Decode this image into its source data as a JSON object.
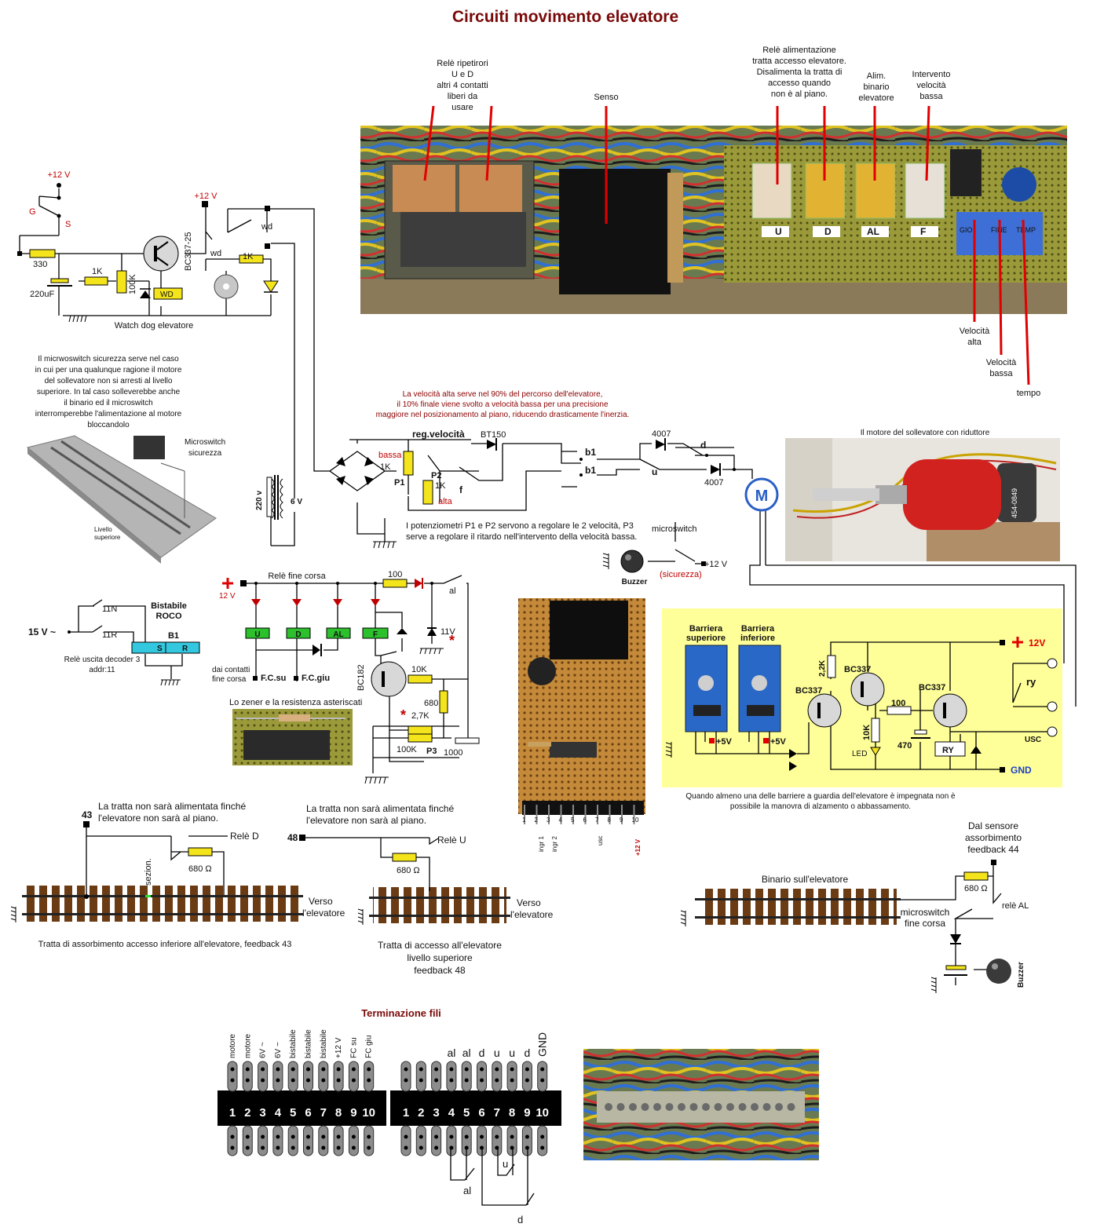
{
  "title": "Circuiti movimento elevatore",
  "colors": {
    "title": "#7a0a0a",
    "accent_red": "#e00000",
    "resistor": "#f4e41c",
    "relay_green": "#2cc12c",
    "relay_cyan": "#33c8e0",
    "panel_yellow": "#ffff99"
  },
  "photo_labels": {
    "rele_ud": [
      "Relè ripetirori",
      "U e D",
      "altri 4 contatti",
      "liberi da",
      "usare"
    ],
    "senso": "Senso",
    "rele_alim": [
      "Relè alimentazione",
      "tratta accesso elevatore.",
      "Disalimenta la tratta di",
      "accesso quando",
      "non è al piano."
    ],
    "alim_binario": [
      "Alim.",
      "binario",
      "elevatore"
    ],
    "intervento": [
      "Intervento",
      "velocità",
      "bassa"
    ],
    "vel_alta": [
      "Velocità",
      "alta"
    ],
    "vel_bassa": [
      "Velocità",
      "bassa"
    ],
    "tempo": "tempo",
    "relay_letters": [
      "U",
      "D",
      "AL",
      "F"
    ],
    "pot_labels": [
      "GIO",
      "FINE",
      "TEMP"
    ]
  },
  "watchdog": {
    "v12a": "+12 V",
    "v12b": "+12 V",
    "G": "G",
    "S": "S",
    "r330": "330",
    "c220": "220uF",
    "r1k": "1K",
    "r100k": "100K",
    "transistor": "BC337-25",
    "wd_box": "WD",
    "wd1": "wd",
    "wd2": "wd",
    "r1k_b": "1K",
    "caption": "Watch dog elevatore"
  },
  "microswitch_note": [
    "Il micrwoswitch sicurezza serve nel caso",
    "in cui per una qualunque ragione il motore",
    "del sollevatore non si arresti al livello",
    "superiore. In tal caso solleverebbe anche",
    "il binario ed il microswitch",
    "interromperebbe l'alimentazione al motore",
    "bloccandolo"
  ],
  "microswitch_label": [
    "Microswitch",
    "sicurezza"
  ],
  "livello": [
    "Livello",
    "superiore"
  ],
  "speed_note": [
    "La velocità alta serve nel 90% del percorso dell'elevatore,",
    "il 10% finale viene svolto a velocità bassa per una precisione",
    "maggiore nel posizionamento al piano, riducendo drasticamente l'inerzia."
  ],
  "speed_circuit": {
    "reg": "reg.velocità",
    "bt150": "BT150",
    "bassa": "bassa",
    "p1_1k": "1K",
    "p1": "P1",
    "p2": "P2",
    "p2_1k": "1K",
    "alta": "alta",
    "f": "f",
    "v220": "220 v",
    "v6": "6 V",
    "d4007a": "4007",
    "d4007b": "4007",
    "d": "d",
    "u": "u",
    "b1a": "b1",
    "b1b": "b1",
    "M": "M",
    "pot_note": [
      "I potenziometri P1 e P2 servono a regolare le 2 velocità, P3",
      "serve a regolare il ritardo nell'intervento della velocità bassa."
    ],
    "microswitch": "microswitch",
    "v12": "+12 V",
    "sicurezza": "(sicurezza)",
    "buzzer": "Buzzer"
  },
  "motor_photo_caption": "Il motore del sollevatore con riduttore",
  "motor_label": "454-0849",
  "bistabile": {
    "n11": "11N",
    "r11": "11R",
    "v15": "15 V ~",
    "title1": "Bistabile",
    "title2": "ROCO",
    "b1": "B1",
    "s": "S",
    "r": "R",
    "caption1": "Relè uscita decoder 3",
    "caption2": "addr:11"
  },
  "fine_corsa": {
    "v12": "12 V",
    "title": "Relè fine corsa",
    "r100": "100",
    "al": "al",
    "z11": "11V",
    "relays": [
      "U",
      "D",
      "AL",
      "F"
    ],
    "dai1": "dai contatti",
    "dai2": "fine corsa",
    "fcsu": "F.C.su",
    "fcgiu": "F.C.giu",
    "bc182": "BC182",
    "r10k": "10K",
    "r680": "680",
    "r27k": "2,7K",
    "r100k": "100K",
    "p3": "P3",
    "c1000": "1000",
    "zener_caption": "Lo zener e la resistenza asteriscati"
  },
  "board_pins": [
    "1",
    "2",
    "3",
    "4",
    "5",
    "6",
    "7",
    "8",
    "9",
    "10"
  ],
  "board_pin_labels": {
    "ingr1": "ingr 1",
    "ingr2": "ingr 2",
    "usc": "usc",
    "v12": "+12 V"
  },
  "barrier": {
    "sup1": "Barriera",
    "sup2": "superiore",
    "inf1": "Barriera",
    "inf2": "inferiore",
    "v5a": "+5V",
    "v5b": "+5V",
    "r22k": "2,2K",
    "bc337a": "BC337",
    "bc337b": "BC337",
    "bc337c": "BC337",
    "r100": "100",
    "r10k": "10K",
    "c470": "470",
    "led": "LED",
    "ry_box": "RY",
    "v12": "12V",
    "usc": "USC",
    "gnd": "GND",
    "ry": "ry",
    "note": [
      "Quando almeno una delle barriere a guardia dell'elevatore è impegnata non è",
      "possibile la manovra di alzamento o abbassamento."
    ]
  },
  "track_left": {
    "num": "43",
    "note": [
      "La tratta non sarà alimentata finché",
      "l'elevatore non sarà al piano."
    ],
    "rele": "Relè D",
    "r680": "680 Ω",
    "sezion": "sezion.",
    "verso": [
      "Verso",
      "l'elevatore"
    ],
    "caption": "Tratta di assorbimento accesso inferiore all'elevatore, feedback 43"
  },
  "track_mid": {
    "num": "48",
    "note": [
      "La tratta non sarà alimentata finché",
      "l'elevatore non sarà al piano."
    ],
    "rele": "Relè U",
    "r680": "680 Ω",
    "verso": [
      "Verso",
      "l'elevatore"
    ],
    "caption": [
      "Tratta di accesso all'elevatore",
      "livello superiore",
      "feedback 48"
    ]
  },
  "track_right": {
    "title": "Binario sull'elevatore",
    "dal": [
      "Dal sensore",
      "assorbimento",
      "feedback 44"
    ],
    "r680": "680 Ω",
    "rele_al": "relè AL",
    "micro": [
      "microswitch",
      "fine corsa"
    ],
    "buzzer": "Buzzer"
  },
  "termination": {
    "title": "Terminazione fili",
    "left_labels": [
      "motore",
      "motore",
      "6V ~",
      "6V ~",
      "bistabile",
      "bistabile",
      "bistabile",
      "+12 V",
      "FC su",
      "FC giu"
    ],
    "right_labels": [
      "",
      "",
      "",
      "al",
      "al",
      "d",
      "u",
      "u",
      "d",
      "GND"
    ],
    "nums": [
      "1",
      "2",
      "3",
      "4",
      "5",
      "6",
      "7",
      "8",
      "9",
      "10"
    ],
    "bottom": {
      "al": "al",
      "u": "u",
      "d": "d"
    }
  }
}
